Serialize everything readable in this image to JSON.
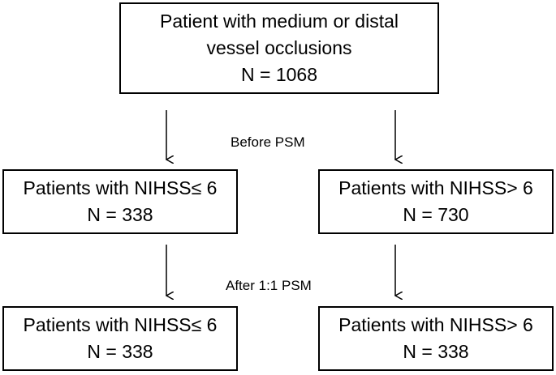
{
  "top_box": {
    "line1": "Patient with medium or distal",
    "line2": "vessel occlusions",
    "count": "N = 1068"
  },
  "stage1_label": "Before PSM",
  "stage2_label": "After 1:1 PSM",
  "before_psm": {
    "left": {
      "label": "Patients with NIHSS≤ 6",
      "count": "N = 338"
    },
    "right": {
      "label": "Patients with NIHSS> 6",
      "count": "N = 730"
    }
  },
  "after_psm": {
    "left": {
      "label": "Patients with NIHSS≤ 6",
      "count": "N = 338"
    },
    "right": {
      "label": "Patients with NIHSS> 6",
      "count": "N = 338"
    }
  }
}
